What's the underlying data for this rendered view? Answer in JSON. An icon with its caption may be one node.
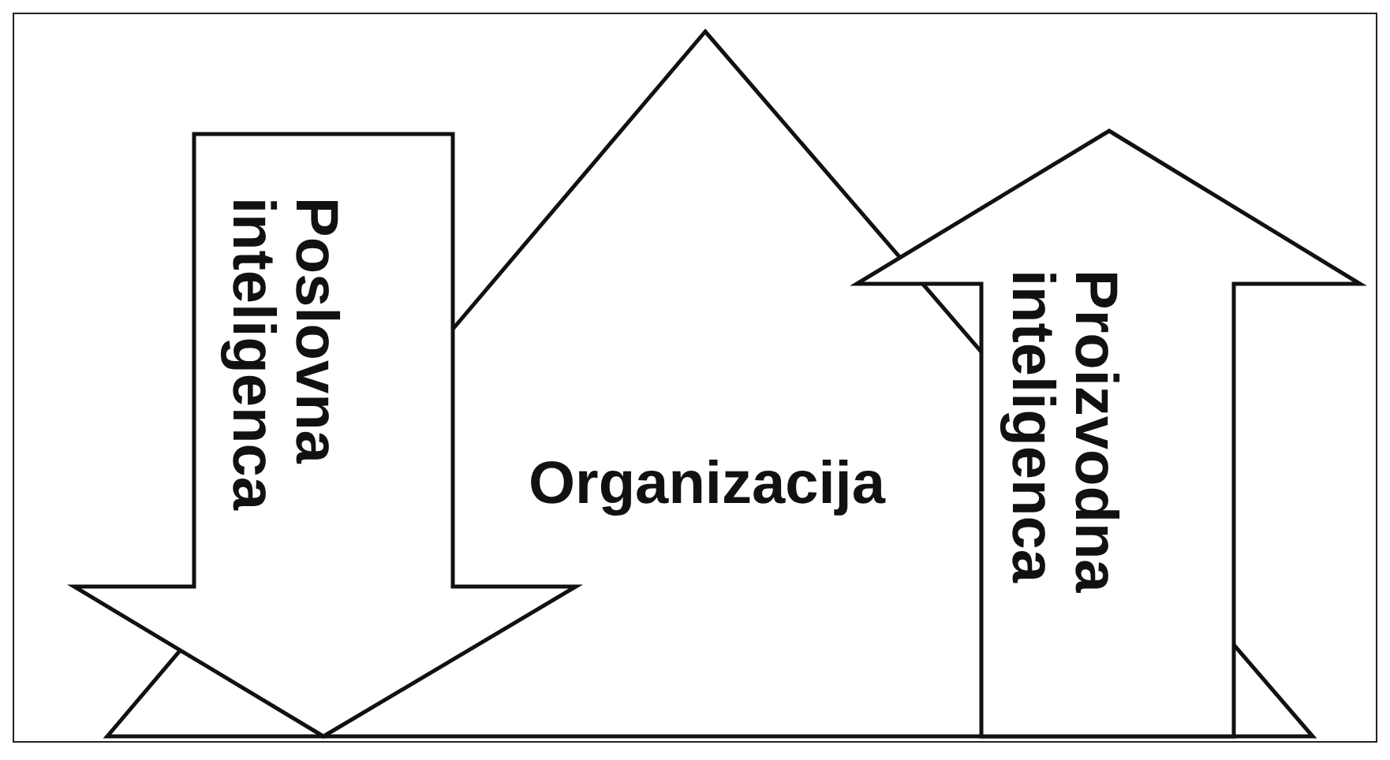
{
  "diagram": {
    "nodes": [
      {
        "text": [
          "Poslovna inteligenca"
        ]
      },
      {
        "text": [
          "Organizacija"
        ]
      },
      {
        "text": [
          "Proizvodna inteligenca"
        ]
      }
    ]
  }
}
